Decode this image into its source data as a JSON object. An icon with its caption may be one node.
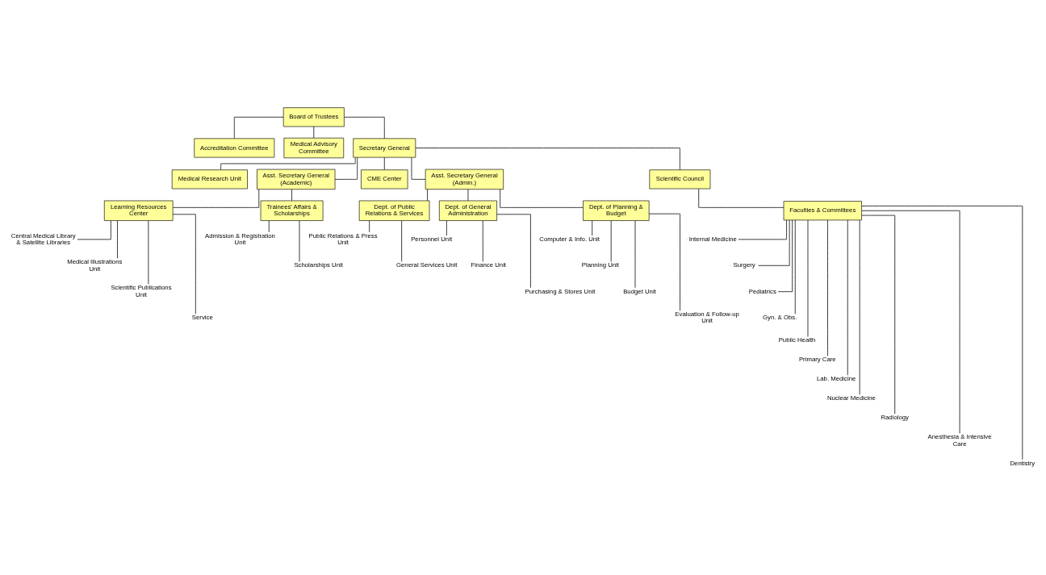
{
  "diagram": {
    "nodes": [
      {
        "text": [
          "Board of Trustees"
        ]
      },
      {
        "text": [
          "Accreditation Committee"
        ]
      },
      {
        "text": [
          "Medical Advisory Committee"
        ]
      },
      {
        "text": [
          "Secretary General"
        ]
      },
      {
        "text": [
          "Medical Research Unit"
        ]
      },
      {
        "text": [
          "Asst. Secretary General (Academic)"
        ]
      },
      {
        "text": [
          "CME Center"
        ]
      },
      {
        "text": [
          "Asst. Secretary General (Admin.)"
        ]
      },
      {
        "text": [
          "Scientific Council"
        ]
      },
      {
        "text": [
          "Faculties & Committees"
        ]
      },
      {
        "text": [
          "Learning Resources Center"
        ]
      },
      {
        "text": [
          "Trainees' Affairs & Scholarships"
        ]
      },
      {
        "text": [
          "Dept. of Public Relations & Services"
        ]
      },
      {
        "text": [
          "Dept. of General Administration"
        ]
      },
      {
        "text": [
          "Dept. of Planning & Budget"
        ]
      },
      {
        "text": [
          "Central Medical Library & Satellite Libraries"
        ]
      },
      {
        "text": [
          "Medical Illustrations Unit"
        ]
      },
      {
        "text": [
          "Scientific Publications Unit"
        ]
      },
      {
        "text": [
          "Service"
        ]
      },
      {
        "text": [
          "Admission & Registration Unit"
        ]
      },
      {
        "text": [
          "Scholarships Unit"
        ]
      },
      {
        "text": [
          "Public Relations & Press Unit"
        ]
      },
      {
        "text": [
          "General Services Unit"
        ]
      },
      {
        "text": [
          "Personnel Unit"
        ]
      },
      {
        "text": [
          "Finance Unit"
        ]
      },
      {
        "text": [
          "Purchasing & Stores Unit"
        ]
      },
      {
        "text": [
          "Computer & Info. Unit"
        ]
      },
      {
        "text": [
          "Planning Unit"
        ]
      },
      {
        "text": [
          "Budget Unit"
        ]
      },
      {
        "text": [
          "Evaluation & Follow-up Unit"
        ]
      },
      {
        "text": [
          "Internal Medicine"
        ]
      },
      {
        "text": [
          "Surgery"
        ]
      },
      {
        "text": [
          "Pediatrics"
        ]
      },
      {
        "text": [
          "Gyn. & Obs."
        ]
      },
      {
        "text": [
          "Public Health"
        ]
      },
      {
        "text": [
          "Primary Care"
        ]
      },
      {
        "text": [
          "Lab. Medicine"
        ]
      },
      {
        "text": [
          "Nuclear Medicine"
        ]
      },
      {
        "text": [
          "Radiology"
        ]
      },
      {
        "text": [
          "Anesthesia & Intensive Care"
        ]
      },
      {
        "text": [
          "Dentistry"
        ]
      }
    ],
    "edges": [
      {
        "from": 0,
        "to": 1,
        "arrow": "none"
      },
      {
        "from": 0,
        "to": 2,
        "arrow": "none"
      },
      {
        "from": 0,
        "to": 3,
        "arrow": "none"
      },
      {
        "from": 3,
        "to": 4,
        "arrow": "none"
      },
      {
        "from": 3,
        "to": 5,
        "arrow": "none"
      },
      {
        "from": 3,
        "to": 6,
        "arrow": "none"
      },
      {
        "from": 3,
        "to": 7,
        "arrow": "none"
      },
      {
        "from": 3,
        "to": 8,
        "arrow": "none"
      },
      {
        "from": 8,
        "to": 9,
        "arrow": "none"
      },
      {
        "from": 5,
        "to": 10,
        "arrow": "none"
      },
      {
        "from": 5,
        "to": 11,
        "arrow": "none"
      },
      {
        "from": 7,
        "to": 12,
        "arrow": "none"
      },
      {
        "from": 7,
        "to": 13,
        "arrow": "none"
      },
      {
        "from": 7,
        "to": 14,
        "arrow": "none"
      },
      {
        "from": 10,
        "to": 15,
        "arrow": "none"
      },
      {
        "from": 10,
        "to": 16,
        "arrow": "none"
      },
      {
        "from": 10,
        "to": 17,
        "arrow": "none"
      },
      {
        "from": 10,
        "to": 18,
        "arrow": "none"
      },
      {
        "from": 11,
        "to": 19,
        "arrow": "none"
      },
      {
        "from": 11,
        "to": 20,
        "arrow": "none"
      },
      {
        "from": 12,
        "to": 21,
        "arrow": "none"
      },
      {
        "from": 12,
        "to": 22,
        "arrow": "none"
      },
      {
        "from": 13,
        "to": 23,
        "arrow": "none"
      },
      {
        "from": 13,
        "to": 24,
        "arrow": "none"
      },
      {
        "from": 13,
        "to": 25,
        "arrow": "none"
      },
      {
        "from": 14,
        "to": 26,
        "arrow": "none"
      },
      {
        "from": 14,
        "to": 27,
        "arrow": "none"
      },
      {
        "from": 14,
        "to": 28,
        "arrow": "none"
      },
      {
        "from": 14,
        "to": 29,
        "arrow": "none"
      },
      {
        "from": 9,
        "to": 30,
        "arrow": "none"
      },
      {
        "from": 9,
        "to": 31,
        "arrow": "none"
      },
      {
        "from": 9,
        "to": 32,
        "arrow": "none"
      },
      {
        "from": 9,
        "to": 33,
        "arrow": "none"
      },
      {
        "from": 9,
        "to": 34,
        "arrow": "none"
      },
      {
        "from": 9,
        "to": 35,
        "arrow": "none"
      },
      {
        "from": 9,
        "to": 36,
        "arrow": "none"
      },
      {
        "from": 9,
        "to": 37,
        "arrow": "none"
      },
      {
        "from": 9,
        "to": 38,
        "arrow": "none"
      },
      {
        "from": 9,
        "to": 39,
        "arrow": "none"
      },
      {
        "from": 9,
        "to": 40,
        "arrow": "none"
      }
    ]
  }
}
